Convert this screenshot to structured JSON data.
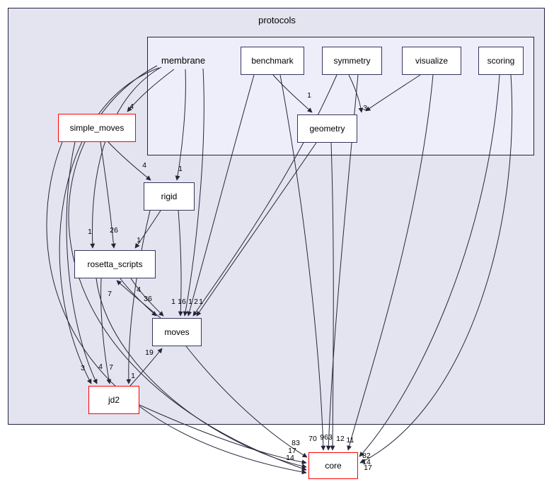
{
  "clusters": {
    "outer": {
      "label": "protocols"
    },
    "inner": {
      "label": "membrane"
    }
  },
  "nodes": {
    "benchmark": {
      "label": "benchmark",
      "highlighted": false
    },
    "symmetry": {
      "label": "symmetry",
      "highlighted": false
    },
    "visualize": {
      "label": "visualize",
      "highlighted": false
    },
    "scoring": {
      "label": "scoring",
      "highlighted": false
    },
    "geometry": {
      "label": "geometry",
      "highlighted": false
    },
    "simple_moves": {
      "label": "simple_moves",
      "highlighted": true
    },
    "rigid": {
      "label": "rigid",
      "highlighted": false
    },
    "rosetta_scripts": {
      "label": "rosetta_scripts",
      "highlighted": false
    },
    "moves": {
      "label": "moves",
      "highlighted": false
    },
    "jd2": {
      "label": "jd2",
      "highlighted": true
    },
    "core": {
      "label": "core",
      "highlighted": true
    }
  },
  "edge_labels": [
    {
      "text": "4"
    },
    {
      "text": "1"
    },
    {
      "text": "3"
    },
    {
      "text": "4"
    },
    {
      "text": "1"
    },
    {
      "text": "1"
    },
    {
      "text": "26"
    },
    {
      "text": "1"
    },
    {
      "text": "7"
    },
    {
      "text": "4"
    },
    {
      "text": "36"
    },
    {
      "text": "1"
    },
    {
      "text": "16"
    },
    {
      "text": "1"
    },
    {
      "text": "2"
    },
    {
      "text": "1"
    },
    {
      "text": "19"
    },
    {
      "text": "3"
    },
    {
      "text": "4"
    },
    {
      "text": "7"
    },
    {
      "text": "1"
    },
    {
      "text": "83"
    },
    {
      "text": "17"
    },
    {
      "text": "14"
    },
    {
      "text": "70"
    },
    {
      "text": "963"
    },
    {
      "text": "12"
    },
    {
      "text": "11"
    },
    {
      "text": "82"
    },
    {
      "text": "14"
    },
    {
      "text": "17"
    }
  ],
  "colors": {
    "highlight_border": "#ff0000",
    "node_border": "#35355a",
    "outer_cluster_fill": "#e4e4f0",
    "inner_cluster_fill": "#eeeefb",
    "edge": "#25253a"
  }
}
